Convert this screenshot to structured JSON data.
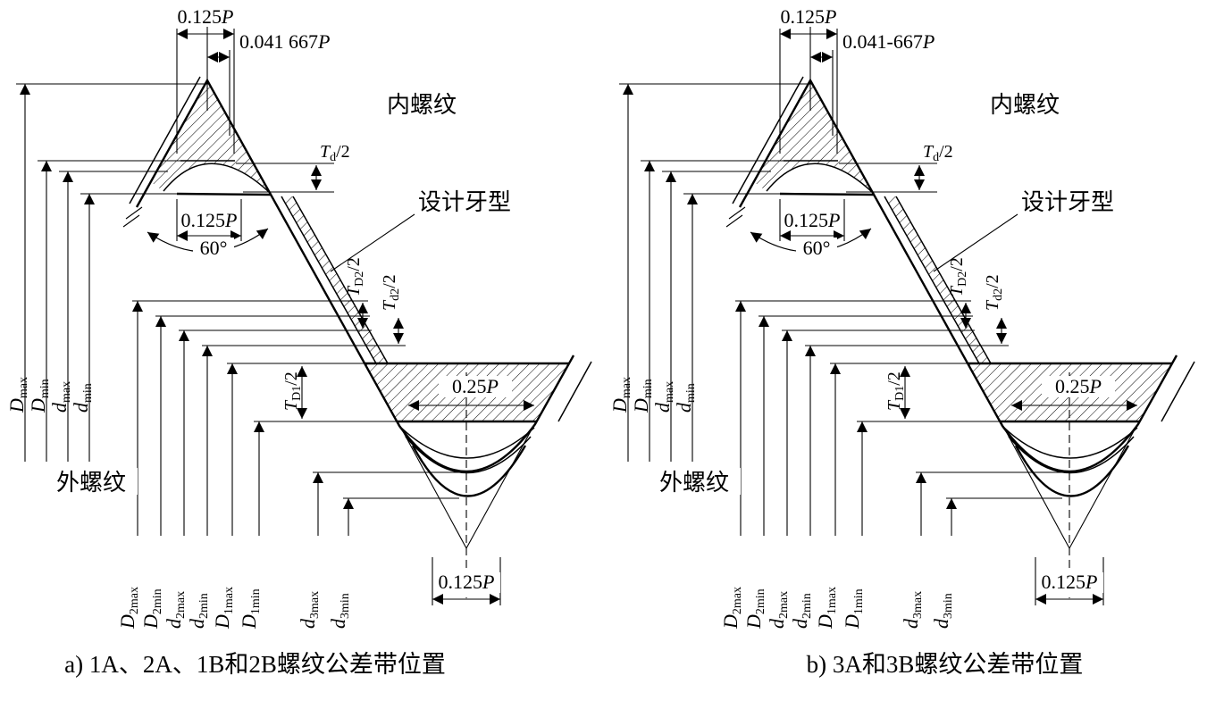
{
  "figure": {
    "panel_a": {
      "caption": "a) 1A、2A、1B和2B螺纹公差带位置",
      "crest_offset_dim": {
        "num": "0.041 667",
        "var": "P"
      }
    },
    "panel_b": {
      "caption": "b) 3A和3B螺纹公差带位置",
      "crest_offset_dim": {
        "num": "0.041-667",
        "var": "P"
      }
    },
    "labels": {
      "p125": {
        "num": "0.125",
        "var": "P"
      },
      "p25": {
        "num": "0.25",
        "var": "P"
      },
      "angle_60": "60°",
      "internal_thread": "内螺纹",
      "external_thread": "外螺纹",
      "design_profile": "设计牙型",
      "tol_td": {
        "base": "T",
        "sub": "d",
        "suffix": "/2"
      },
      "tol_TD2": {
        "base": "T",
        "sub": "D2",
        "suffix": "/2"
      },
      "tol_td2": {
        "base": "T",
        "sub": "d2",
        "suffix": "/2"
      },
      "tol_TD1": {
        "base": "T",
        "sub": "D1",
        "suffix": "/2"
      }
    },
    "left_dims": [
      {
        "base": "D",
        "sub": "max"
      },
      {
        "base": "D",
        "sub": "min"
      },
      {
        "base": "d",
        "sub": "max"
      },
      {
        "base": "d",
        "sub": "min"
      }
    ],
    "bottom_dims": [
      {
        "base": "D",
        "sub": "2max"
      },
      {
        "base": "D",
        "sub": "2min"
      },
      {
        "base": "d",
        "sub": "2max"
      },
      {
        "base": "d",
        "sub": "2min"
      },
      {
        "base": "D",
        "sub": "1max"
      },
      {
        "base": "D",
        "sub": "1min"
      },
      {
        "base": "d",
        "sub": "3max"
      },
      {
        "base": "d",
        "sub": "3min"
      }
    ]
  }
}
